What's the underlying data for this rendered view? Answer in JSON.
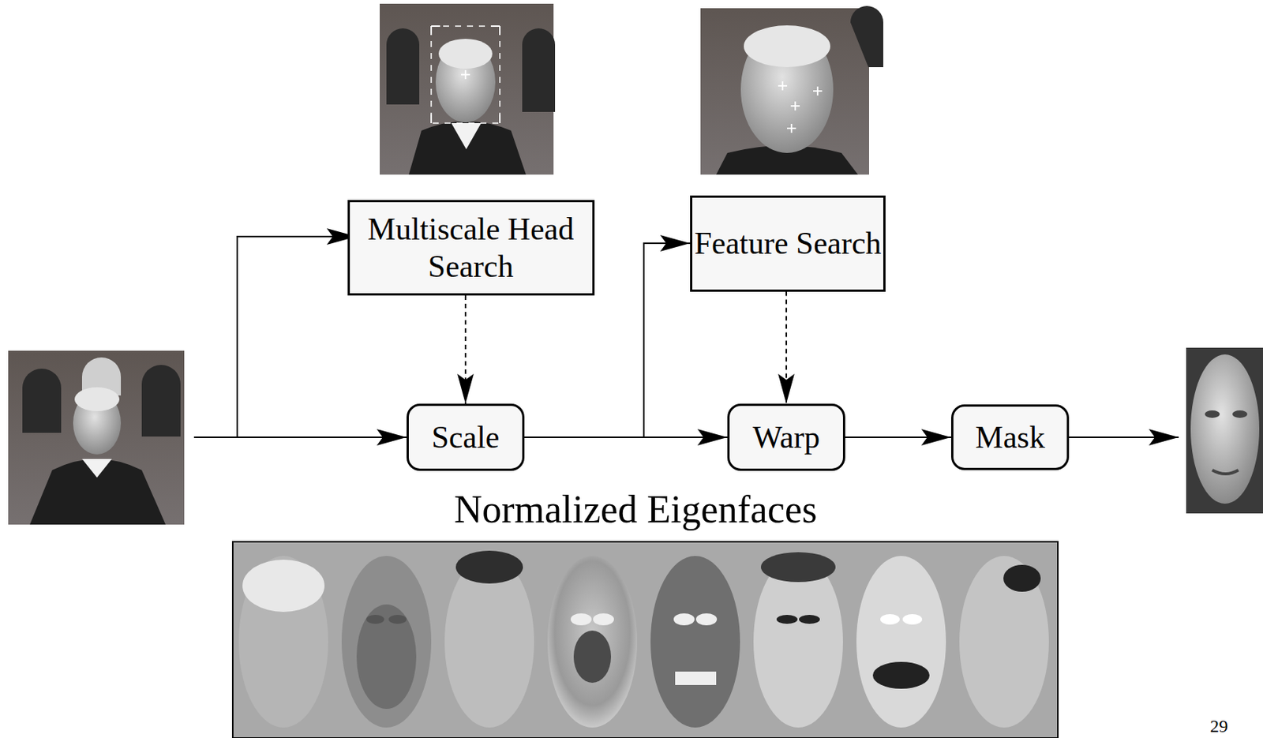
{
  "diagram": {
    "nodes": [
      {
        "text": [
          "Multiscale Head Search"
        ]
      },
      {
        "text": [
          "Feature Search"
        ]
      },
      {
        "text": [
          "Scale"
        ]
      },
      {
        "text": [
          "Warp"
        ]
      },
      {
        "text": [
          "Mask"
        ]
      }
    ],
    "edges": [
      {
        "from": 0,
        "to": 2,
        "arrow": "to"
      },
      {
        "from": 2,
        "to": 1,
        "arrow": "to"
      },
      {
        "from": 1,
        "to": 3,
        "arrow": "to"
      },
      {
        "from": 2,
        "to": 3,
        "arrow": "to"
      },
      {
        "from": 3,
        "to": 4,
        "arrow": "to"
      }
    ],
    "labels": [
      "Normalized Eigenfaces",
      "29"
    ]
  }
}
